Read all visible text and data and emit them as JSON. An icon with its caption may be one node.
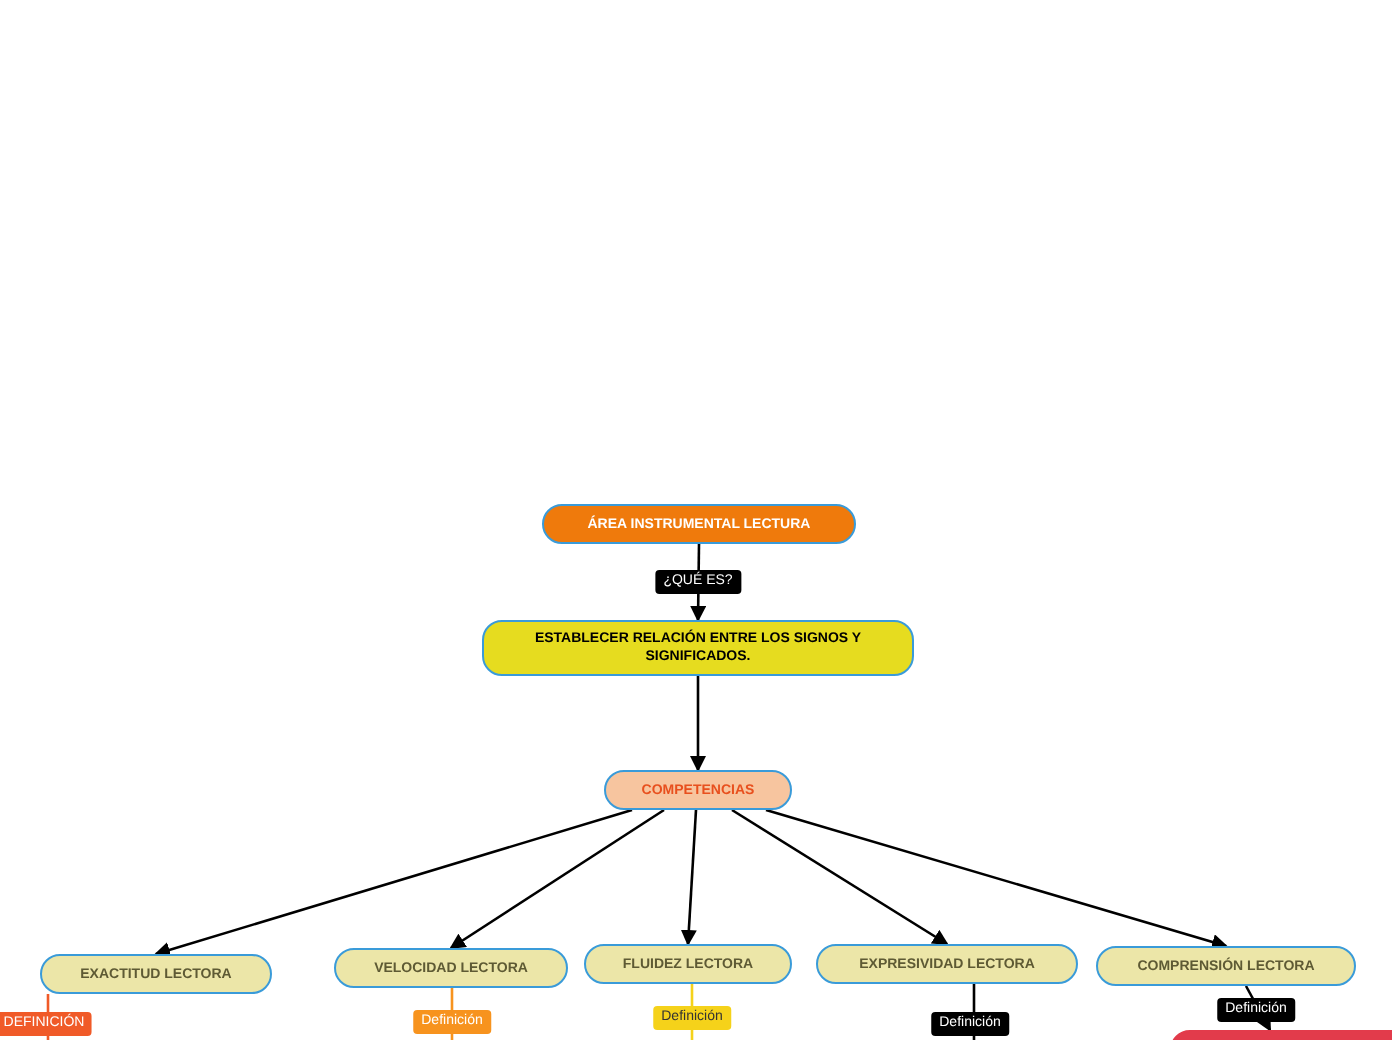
{
  "diagram": {
    "nodes": [
      {
        "text": [
          "ÁREA INSTRUMENTAL LECTURA"
        ]
      },
      {
        "text": [
          "ESTABLECER RELACIÓN ENTRE LOS SIGNOS Y SIGNIFICADOS."
        ]
      },
      {
        "text": [
          "COMPETENCIAS"
        ]
      },
      {
        "text": [
          "EXACTITUD LECTORA"
        ]
      },
      {
        "text": [
          "VELOCIDAD LECTORA"
        ]
      },
      {
        "text": [
          "FLUIDEZ LECTORA"
        ]
      },
      {
        "text": [
          "EXPRESIVIDAD LECTORA"
        ]
      },
      {
        "text": [
          "COMPRENSIÓN LECTORA"
        ]
      },
      {
        "text": [],
        "shape": "box"
      }
    ],
    "edges": [
      {
        "from": 0,
        "to": 1,
        "arrow": "to",
        "label": "¿QUÉ ES?"
      },
      {
        "from": 1,
        "to": 2,
        "arrow": "to"
      },
      {
        "from": 2,
        "to": 3,
        "arrow": "to"
      },
      {
        "from": 2,
        "to": 4,
        "arrow": "to"
      },
      {
        "from": 2,
        "to": 5,
        "arrow": "to"
      },
      {
        "from": 2,
        "to": 6,
        "arrow": "to"
      },
      {
        "from": 2,
        "to": 7,
        "arrow": "to"
      },
      {
        "from": 3,
        "to": null,
        "arrow": "none",
        "label": "DEFINICIÓN",
        "color": "#f05a28"
      },
      {
        "from": 4,
        "to": null,
        "arrow": "none",
        "label": "Definición",
        "color": "#f7931e"
      },
      {
        "from": 5,
        "to": null,
        "arrow": "none",
        "label": "Definición",
        "color": "#f5d21a"
      },
      {
        "from": 6,
        "to": null,
        "arrow": "none",
        "label": "Definición"
      },
      {
        "from": 7,
        "to": 8,
        "arrow": "to",
        "label": "Definición"
      }
    ]
  }
}
